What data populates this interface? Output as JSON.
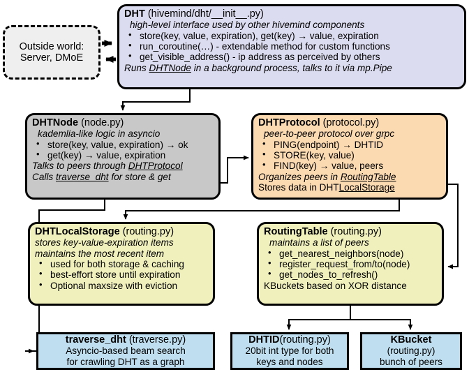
{
  "diagram": {
    "title": "hivemind DHT architecture",
    "colors": {
      "dht": "#dcdcf0",
      "dhtnode": "#c8c8c8",
      "dhtprotocol": "#fbd9b1",
      "storage": "#f0f0bd",
      "leaf": "#bfdff0",
      "outside": "#efefef",
      "stroke": "#000000"
    },
    "nodes": {
      "outside_world": {
        "line1": "Outside world:",
        "line2": "Server, DMoE"
      },
      "dht": {
        "name": "DHT",
        "module": "(hivemind/dht/__init__.py)",
        "subtitle": "high-level interface used by other hivemind components",
        "bullets": [
          "store(key, value, expiration), get(key) → value, expiration",
          "run_coroutine(…) - extendable method for custom functions",
          "get_visible_address() - ip address as perceived by others"
        ],
        "footer_pre": "Runs ",
        "footer_link": "DHTNode",
        "footer_post": " in a background process, talks to it via mp.Pipe"
      },
      "dhtnode": {
        "name": "DHTNode",
        "module": "(node.py)",
        "subtitle": "kademlia-like logic in asyncio",
        "bullets": [
          "store(key, value, expiration) → ok",
          "get(key) → value, expiration"
        ],
        "footer1_pre": "Talks to peers through ",
        "footer1_link": "DHTProtocol",
        "footer2_pre": "Calls ",
        "footer2_link": "traverse_dht",
        "footer2_post": " for store & get"
      },
      "dhtprotocol": {
        "name": "DHTProtocol",
        "module": "(protocol.py)",
        "subtitle": "peer-to-peer protocol over grpc",
        "bullets": [
          "PING(endpoint) → DHTID",
          "STORE(key, value)",
          "FIND(key) → value, peers"
        ],
        "footer1_pre": "Organizes peers in ",
        "footer1_link": "RoutingTable",
        "footer2_pre": "Stores data in DHT",
        "footer2_link": "LocalStorage"
      },
      "dhtlocalstorage": {
        "name": "DHTLocalStorage",
        "module": "(routing.py)",
        "subtitle1": "stores key-value-expiration items",
        "subtitle2": "maintains the most recent item",
        "bullets": [
          "used for both storage & caching",
          "best-effort store until expiration",
          "Optional maxsize with eviction"
        ]
      },
      "routingtable": {
        "name": "RoutingTable",
        "module": "(routing.py)",
        "subtitle": "maintains a list of peers",
        "bullets": [
          "get_nearest_neighbors(node)",
          "register_request_from/to(node)",
          "get_nodes_to_refresh()"
        ],
        "footer": "KBuckets based on XOR distance"
      },
      "traverse_dht": {
        "name": "traverse_dht",
        "module": "(traverse.py)",
        "line2": "Asyncio-based beam search",
        "line3": "for crawling DHT as a graph"
      },
      "dhtid": {
        "name": "DHTID",
        "module": "(routing.py)",
        "line2": "20bit int type for both",
        "line3": "keys and nodes"
      },
      "kbucket": {
        "name": "KBucket",
        "module": "(routing.py)",
        "line2": "bunch of peers"
      }
    }
  }
}
